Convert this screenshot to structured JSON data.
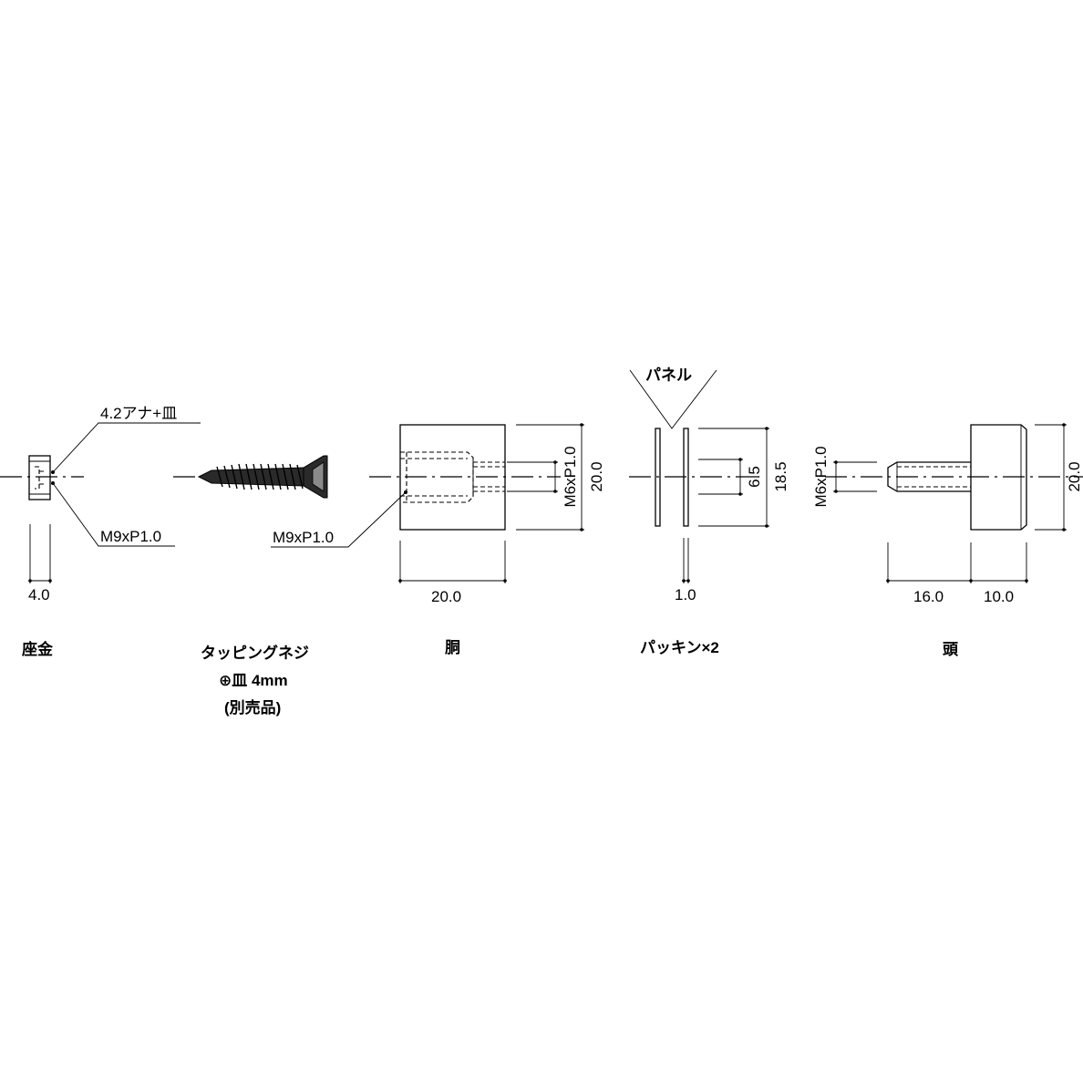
{
  "parts": {
    "washer": {
      "name": "座金",
      "note_hole": "4.2アナ+皿",
      "note_thread": "M9xP1.0",
      "dim_thickness": "4.0"
    },
    "screw": {
      "name_line1": "タッピングネジ",
      "name_line2": "⊕皿 4mm",
      "name_line3": "(別売品)"
    },
    "body": {
      "name": "胴",
      "note_thread": "M9xP1.0",
      "dim_thread": "M6xP1.0",
      "dim_height": "20.0",
      "dim_length": "20.0"
    },
    "packing": {
      "name": "パッキン×2",
      "note_panel": "パネル",
      "dim_hole": "6.5",
      "dim_outer": "18.5",
      "dim_thickness": "1.0"
    },
    "head": {
      "name": "頭",
      "dim_thread": "M6xP1.0",
      "dim_height": "20.0",
      "dim_stud": "16.0",
      "dim_cap": "10.0"
    }
  },
  "colors": {
    "line": "#000000",
    "background": "#ffffff",
    "screw_fill": "#2a2a2a"
  }
}
